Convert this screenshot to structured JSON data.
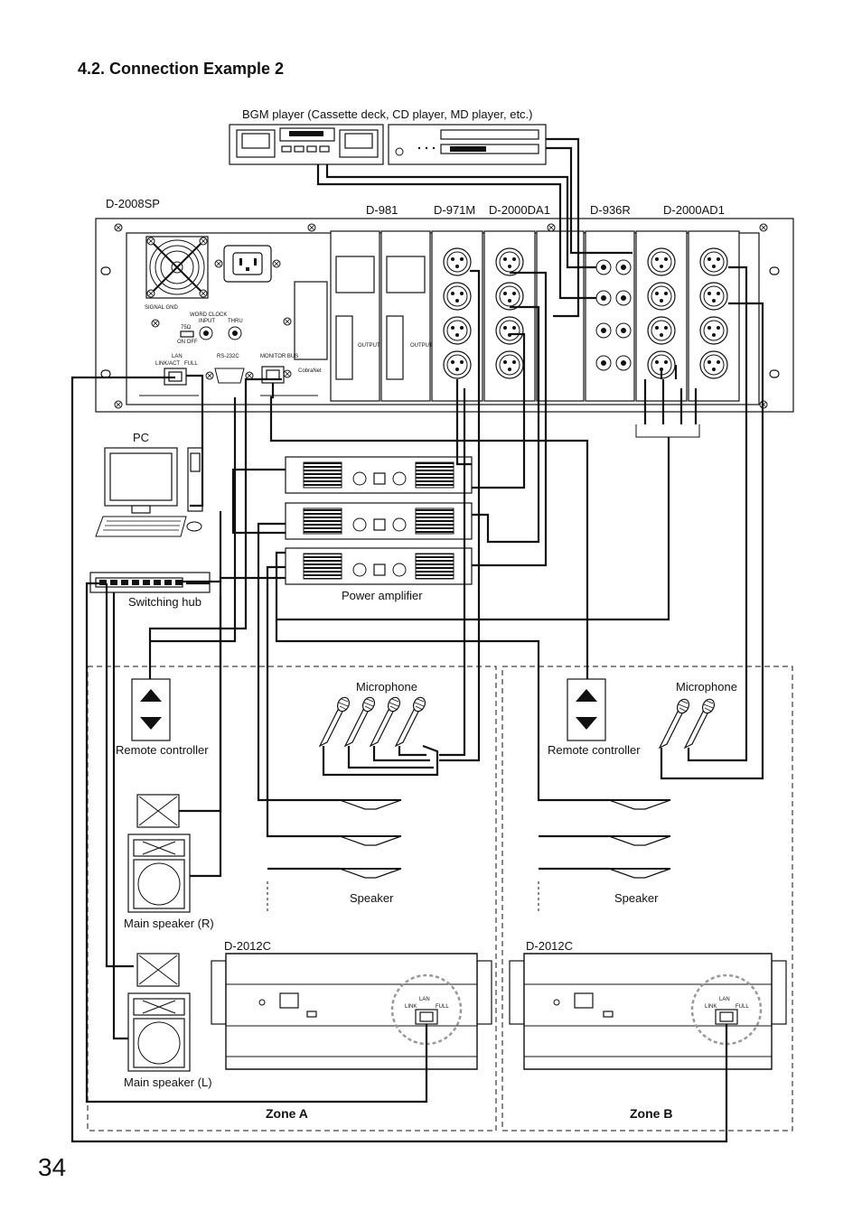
{
  "page": {
    "section_title": "4.2. Connection Example 2",
    "page_number": "34"
  },
  "devices": {
    "bgm_player": "BGM player (Cassette deck, CD player, MD player, etc.)",
    "mixer": "D-2008SP",
    "modules": [
      "D-981",
      "D-971M",
      "D-2000DA1",
      "D-936R",
      "D-2000AD1"
    ],
    "pc": "PC",
    "switching_hub": "Switching hub",
    "power_amplifier": "Power amplifier",
    "remote_controller_a": "Remote controller",
    "remote_controller_b": "Remote controller",
    "microphone_a": "Microphone",
    "microphone_b": "Microphone",
    "speaker_a": "Speaker",
    "speaker_b": "Speaker",
    "main_speaker_r": "Main speaker (R)",
    "main_speaker_l": "Main speaker (L)",
    "remote_unit_a": "D-2012C",
    "remote_unit_b": "D-2012C"
  },
  "panel_labels": {
    "signal_gnd": "SIGNAL GND",
    "word_clock": "WORD CLOCK",
    "input": "INPUT",
    "thru": "THRU",
    "ohm": "75Ω",
    "on_off": "ON  OFF",
    "lan": "LAN",
    "link_act": "LINK/ACT",
    "full": "FULL",
    "rs232c": "RS-232C",
    "monitor_bus": "MONITOR BUS",
    "cobranet": "CobraNet",
    "link": "LINK",
    "output": "OUTPUT"
  },
  "zones": {
    "zone_a": "Zone A",
    "zone_b": "Zone B"
  }
}
